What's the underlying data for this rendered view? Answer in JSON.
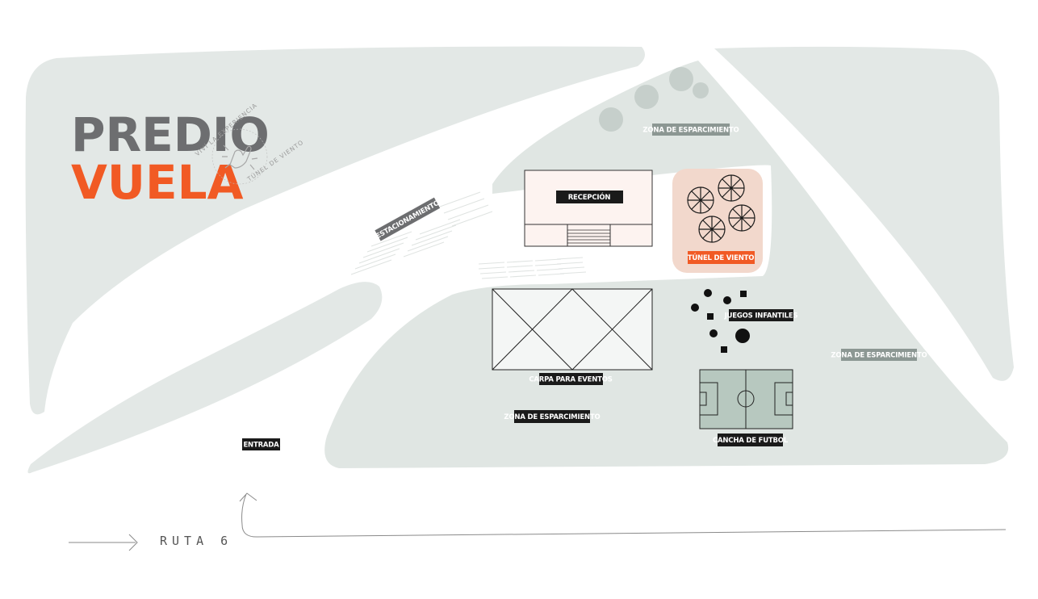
{
  "title": {
    "line1": "PREDIO",
    "line2": "VUELA"
  },
  "stamp": {
    "top": "VIVÍ LA EXPERIENCIA",
    "bottom": "TÚNEL DE VIENTO",
    "icon": "hand-sign-icon"
  },
  "labels": {
    "zona_top": "ZONA DE ESPARCIMIENTO",
    "estacionamiento": "ESTACIONAMIENTO",
    "recepcion": "RECEPCIÓN",
    "tunel": "TÚNEL DE VIENTO",
    "juegos": "JUEGOS INFANTILES",
    "carpa": "CARPA PARA EVENTOS",
    "zona_right": "ZONA DE ESPARCIMIENTO",
    "zona_bottom": "ZONA DE ESPARCIMIENTO",
    "cancha": "CANCHA DE FUTBOL",
    "entrada": "ENTRADA"
  },
  "road": {
    "label": "RUTA 6"
  },
  "colors": {
    "ground": "#e3e8e6",
    "grass": "#d5dfda",
    "accent": "#f15a24",
    "tunnel_bg": "#f2d8cc",
    "label_dark": "#1a1a1a",
    "label_gray": "#8c9793",
    "tree": "#c6cfcb",
    "field": "#b7c8bf"
  }
}
